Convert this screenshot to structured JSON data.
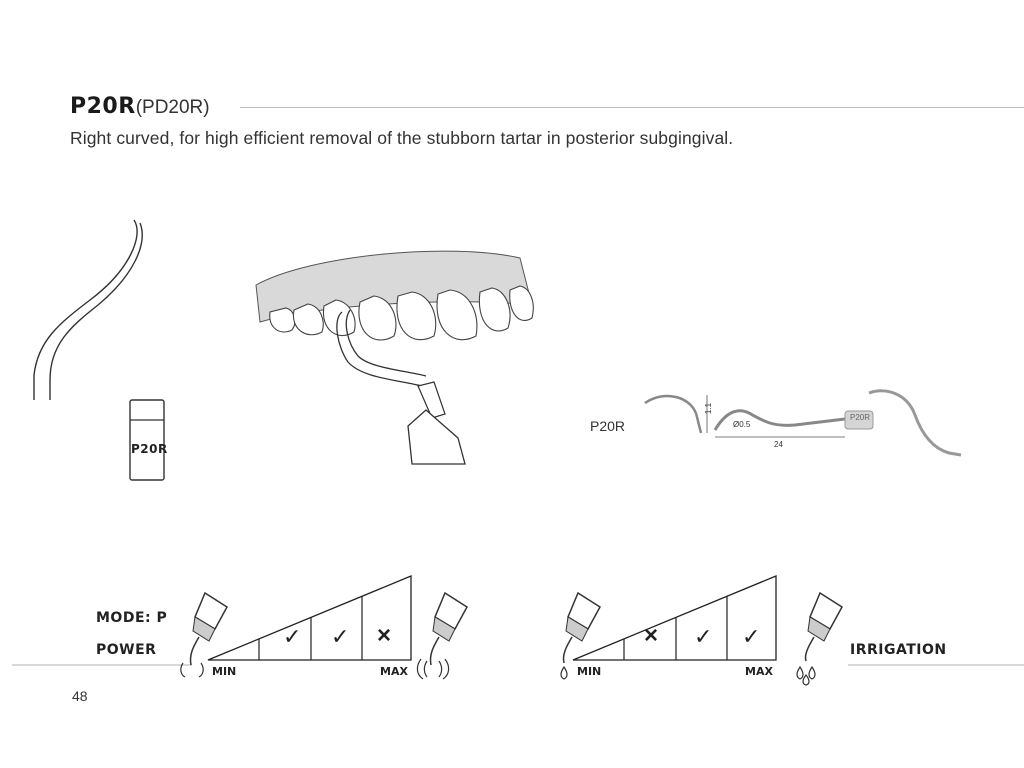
{
  "header": {
    "model": "P20R",
    "variant": "(PD20R)",
    "description": "Right curved, for high efficient removal of the stubborn tartar in posterior subgingival."
  },
  "tip_illustration": {
    "engraving": "P20R"
  },
  "dimension_drawing": {
    "label": "P20R",
    "dim_height": "1.1",
    "dim_diameter": "Ø0.5",
    "dim_length": "24",
    "engraving": "P20R"
  },
  "settings": {
    "mode_label": "MODE: P",
    "power_label": "POWER",
    "irrigation_label": "IRRIGATION",
    "power_scale": {
      "min": "MIN",
      "max": "MAX",
      "levels": [
        "",
        "✓",
        "✓",
        "×"
      ]
    },
    "irrigation_scale": {
      "min": "MIN",
      "max": "MAX",
      "levels": [
        "",
        "×",
        "✓",
        "✓"
      ]
    }
  },
  "footer": {
    "page_number": "48"
  }
}
